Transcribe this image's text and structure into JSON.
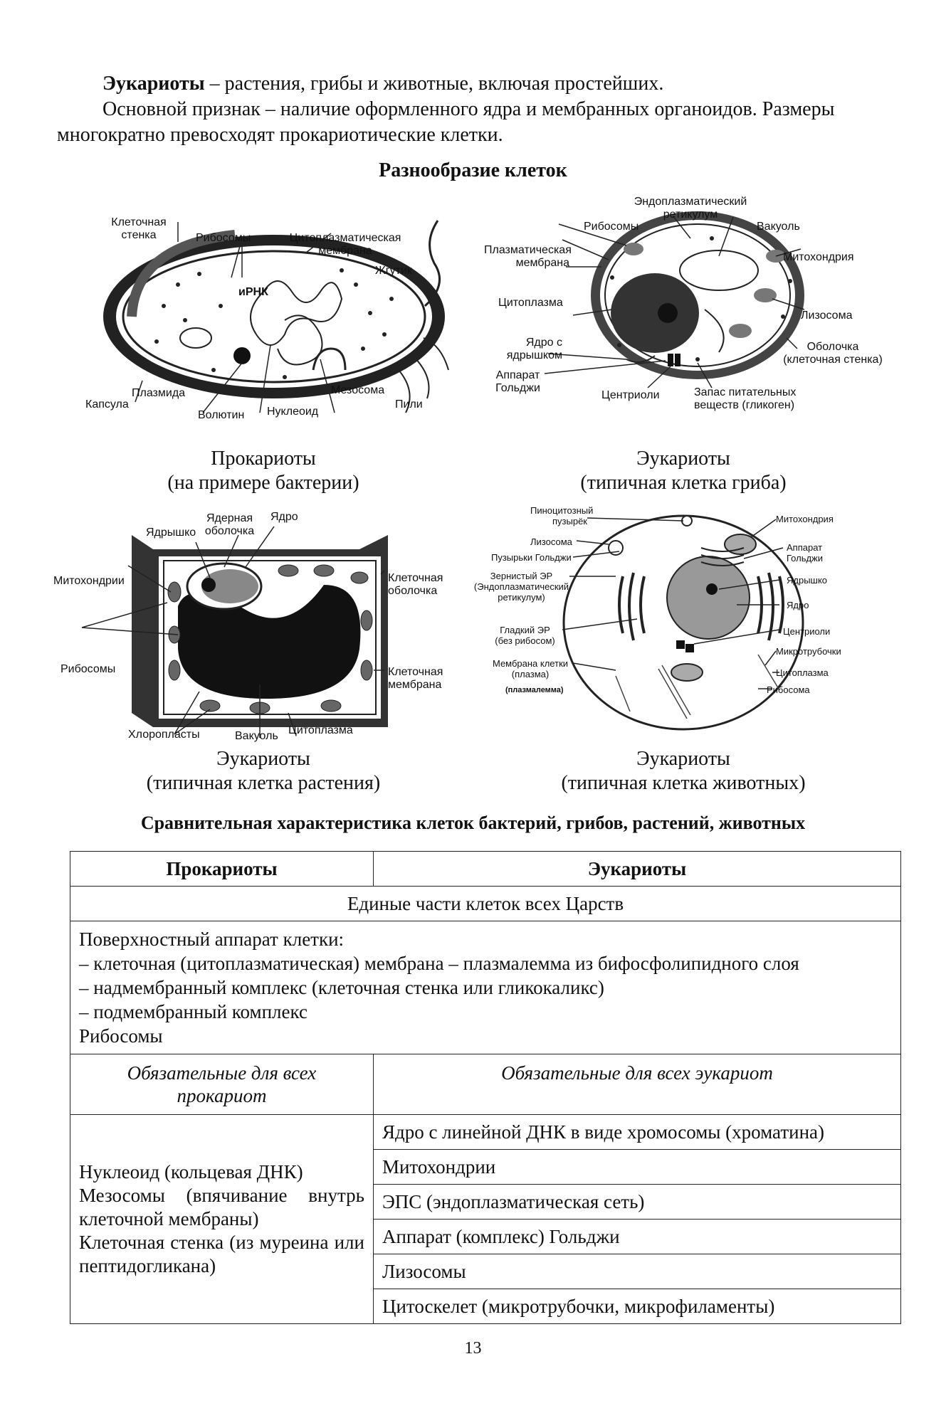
{
  "intro": {
    "line1_bold": "Эукариоты",
    "line1_rest": " – растения, грибы и животные, включая простейших.",
    "line2": "Основной признак – наличие оформленного ядра и мембранных органоидов. Размеры",
    "line3": "многократно превосходят прокариотические клетки."
  },
  "diversity_title": "Разнообразие клеток",
  "figures": {
    "bacteria": {
      "caption_1": "Прокариоты",
      "caption_2": "(на примере бактерии)",
      "labels": {
        "cell_wall": "Клеточная стенка",
        "ribosomes": "Рибосомы",
        "cytoplasmic_membrane": "Цитоплазматическая мембрана",
        "flagellum": "Жгутик",
        "mrna": "иРНК",
        "capsule": "Капсула",
        "plasmid": "Плазмида",
        "volutin": "Волютин",
        "nucleoid": "Нуклеоид",
        "mesosome": "Мезосома",
        "pili": "Пили"
      }
    },
    "fungus": {
      "caption_1": "Эукариоты",
      "caption_2": "(типичная клетка гриба)",
      "labels": {
        "er": "Эндоплазматический ретикулум",
        "ribosomes": "Рибосомы",
        "vacuole": "Вакуоль",
        "plasma_membrane": "Плазматическая мембрана",
        "mitochondria": "Митохондрия",
        "cytoplasm": "Цитоплазма",
        "lysosome": "Лизосома",
        "nucleus": "Ядро с ядрышком",
        "envelope": "Оболочка (клеточная стенка)",
        "golgi": "Аппарат Гольджи",
        "centrioles": "Центриоли",
        "reserve": "Запас питательных веществ (гликоген)"
      }
    },
    "plant": {
      "caption_1": "Эукариоты",
      "caption_2": "(типичная клетка растения)",
      "labels": {
        "nuclear_envelope": "Ядерная оболочка",
        "nucleus": "Ядро",
        "nucleolus": "Ядрышко",
        "mitochondria": "Митохондрии",
        "cell_wall": "Клеточная оболочка",
        "ribosomes": "Рибосомы",
        "cell_membrane": "Клеточная мембрана",
        "chloroplasts": "Хлоропласты",
        "vacuole": "Вакуоль",
        "cytoplasm": "Цитоплазма"
      }
    },
    "animal": {
      "caption_1": "Эукариоты",
      "caption_2": "(типичная клетка животных)",
      "labels": {
        "pinocytic": "Пиноцитозный пузырёк",
        "mitochondria": "Митохондрия",
        "lysosome": "Лизосома",
        "golgi_vesicles": "Пузырьки Гольджи",
        "golgi": "Аппарат Гольджи",
        "rough_er": "Зернистый ЭР (Эндоплазматический ретикулум)",
        "nucleolus": "Ядрышко",
        "nucleus": "Ядро",
        "smooth_er": "Гладкий ЭР (без рибосом)",
        "centrioles": "Центриоли",
        "microtubules": "Микротрубочки",
        "membrane": "Мембрана клетки (плазма)",
        "plasmalemma": "(плазмалемма)",
        "cytoplasm": "Цитоплазма",
        "ribosome": "Рибосома"
      }
    }
  },
  "comparison": {
    "title": "Сравнительная характеристика клеток бактерий, грибов, растений, животных",
    "col_prokaryotes": "Прокариоты",
    "col_eukaryotes": "Эукариоты",
    "common_title": "Единые части клеток всех Царств",
    "common_lines": [
      "Поверхностный аппарат клетки:",
      "– клеточная (цитоплазматическая) мембрана – плазмалемма из бифосфолипидного слоя",
      "– надмембранный комплекс (клеточная стенка или гликокаликс)",
      "– подмембранный комплекс",
      "Рибосомы"
    ],
    "mandatory_prokaryotes": "Обязательные для всех прокариот",
    "mandatory_eukaryotes": "Обязательные для всех эукариот",
    "prokaryote_features": [
      "Нуклеоид (кольцевая ДНК)",
      "Мезосомы (впячивание внутрь клеточной мембраны)",
      "Клеточная стенка (из муреина или пептидогликана)"
    ],
    "eukaryote_features": [
      "Ядро с линейной ДНК в виде хромосомы (хроматина)",
      "Митохондрии",
      "ЭПС (эндоплазматическая сеть)",
      "Аппарат (комплекс) Гольджи",
      "Лизосомы",
      "Цитоскелет (микротрубочки, микрофиламенты)"
    ]
  },
  "page_number": "13"
}
